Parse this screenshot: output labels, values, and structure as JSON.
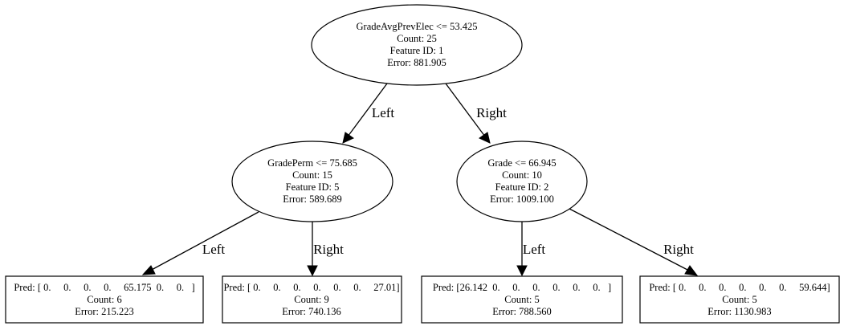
{
  "tree": {
    "root": {
      "lines": [
        "GradeAvgPrevElec <= 53.425",
        "Count: 25",
        "Feature ID: 1",
        "Error: 881.905"
      ]
    },
    "left": {
      "lines": [
        "GradePerm <= 75.685",
        "Count: 15",
        "Feature ID: 5",
        "Error: 589.689"
      ]
    },
    "right": {
      "lines": [
        "Grade <= 66.945",
        "Count: 10",
        "Feature ID: 2",
        "Error: 1009.100"
      ]
    },
    "leaf_ll": {
      "lines": [
        "Pred: [ 0.     0.     0.     0.     65.175  0.     0.   ]",
        "Count: 6",
        "Error: 215.223"
      ]
    },
    "leaf_lr": {
      "lines": [
        "Pred: [ 0.     0.     0.     0.     0.     0.     27.01]",
        "Count: 9",
        "Error: 740.136"
      ]
    },
    "leaf_rl": {
      "lines": [
        "Pred: [26.142  0.     0.     0.     0.     0.     0.   ]",
        "Count: 5",
        "Error: 788.560"
      ]
    },
    "leaf_rr": {
      "lines": [
        "Pred: [ 0.     0.     0.     0.     0.     0.     59.644]",
        "Count: 5",
        "Error: 1130.983"
      ]
    }
  },
  "edges": {
    "root_left": "Left",
    "root_right": "Right",
    "left_left": "Left",
    "left_right": "Right",
    "right_left": "Left",
    "right_right": "Right"
  }
}
